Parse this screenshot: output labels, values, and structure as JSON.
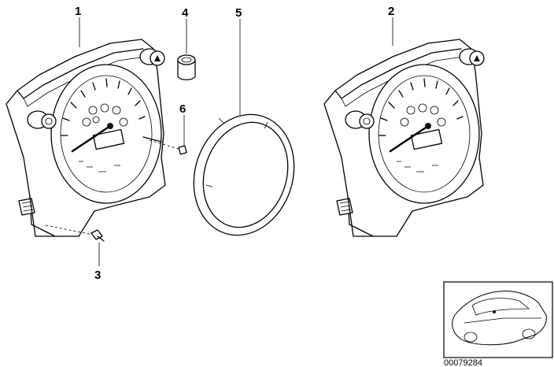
{
  "diagram": {
    "callouts": {
      "c1": "1",
      "c2": "2",
      "c3": "3",
      "c4": "4",
      "c5": "5",
      "c6": "6"
    },
    "part_number": "00079284"
  }
}
